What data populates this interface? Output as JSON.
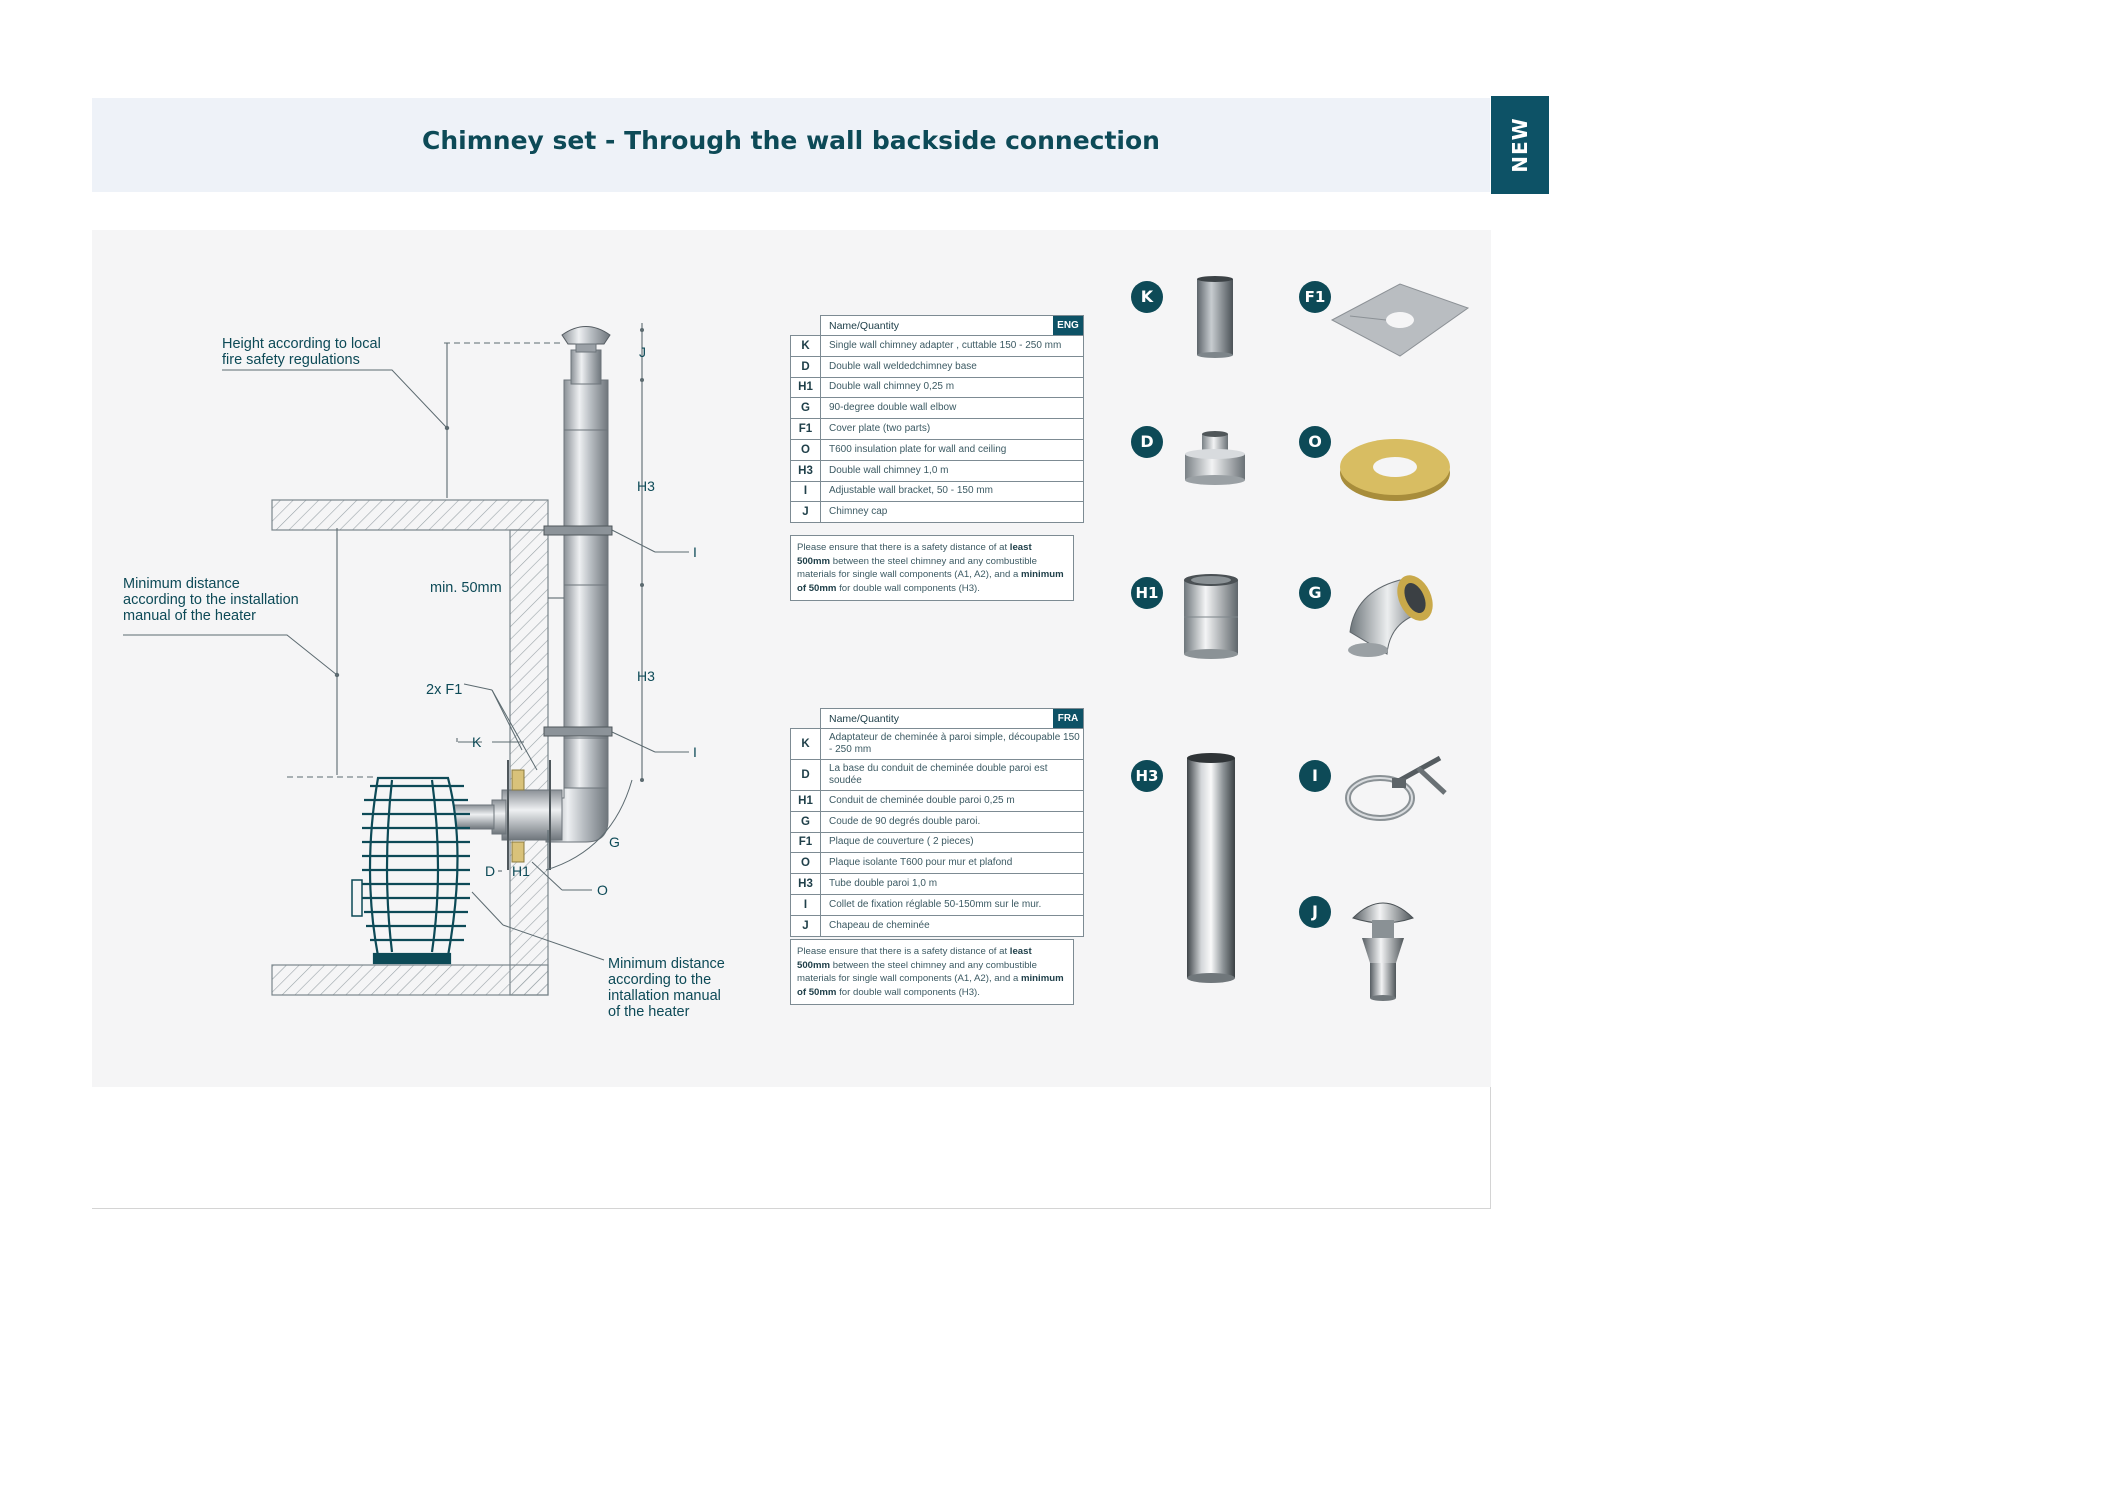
{
  "header": {
    "title": "Chimney set - Through the wall backside connection",
    "tab": "NEW"
  },
  "diagram": {
    "callout_height": [
      "Height according to local",
      "fire safety regulations"
    ],
    "callout_min_distance": [
      "Minimum distance",
      "according to the installation",
      "manual of the heater"
    ],
    "callout_min_distance_bottom": [
      "Minimum distance",
      "according to the",
      "intallation manual",
      "of the heater"
    ],
    "min_50": "min. 50mm",
    "two_f1": "2x F1",
    "marks": {
      "J": "J",
      "H3a": "H3",
      "Ia": "I",
      "H3b": "H3",
      "Ib": "I",
      "K": "K",
      "G": "G",
      "D": "D",
      "H1": "H1",
      "O": "O"
    }
  },
  "table_eng": {
    "header": "Name/Quantity",
    "lang": "ENG",
    "rows": [
      {
        "code": "K",
        "desc": "Single wall chimney adapter , cuttable 150 - 250 mm"
      },
      {
        "code": "D",
        "desc": "Double wall weldedchimney base"
      },
      {
        "code": "H1",
        "desc": "Double wall chimney 0,25 m"
      },
      {
        "code": "G",
        "desc": "90-degree double wall elbow"
      },
      {
        "code": "F1",
        "desc": "Cover plate (two parts)"
      },
      {
        "code": "O",
        "desc": "T600 insulation plate for wall and ceiling"
      },
      {
        "code": "H3",
        "desc": "Double wall chimney 1,0 m"
      },
      {
        "code": "I",
        "desc": "Adjustable wall bracket, 50 - 150 mm"
      },
      {
        "code": "J",
        "desc": "Chimney cap"
      }
    ],
    "note": {
      "p1": "Please ensure that there is a safety distance of at ",
      "b1": "least 500mm",
      "p2": " between the steel chimney and any combustible materials for single wall components (A1, A2), and a ",
      "b2": "minimum of 50mm",
      "p3": " for double wall components (H3)."
    }
  },
  "table_fra": {
    "header": "Name/Quantity",
    "lang": "FRA",
    "rows": [
      {
        "code": "K",
        "desc": "Adaptateur de cheminée à paroi simple, découpable 150 - 250 mm"
      },
      {
        "code": "D",
        "desc": "La base du conduit de cheminée double paroi est soudée"
      },
      {
        "code": "H1",
        "desc": "Conduit de cheminée double paroi 0,25 m"
      },
      {
        "code": "G",
        "desc": "Coude de 90 degrés double paroi."
      },
      {
        "code": "F1",
        "desc": "Plaque de couverture ( 2 pieces)"
      },
      {
        "code": "O",
        "desc": "Plaque isolante T600 pour mur et plafond"
      },
      {
        "code": "H3",
        "desc": "Tube double paroi 1,0 m"
      },
      {
        "code": "I",
        "desc": "Collet de fixation réglable 50-150mm sur le mur."
      },
      {
        "code": "J",
        "desc": "Chapeau de cheminée"
      }
    ],
    "note": {
      "p1": "Please ensure that there is a safety distance of at ",
      "b1": "least 500mm",
      "p2": " between the steel chimney and any combustible materials for single wall components (A1, A2), and a ",
      "b2": "minimum of 50mm",
      "p3": " for double wall components (H3)."
    }
  },
  "products": {
    "K": "K",
    "F1": "F1",
    "D": "D",
    "O": "O",
    "H1": "H1",
    "G": "G",
    "H3": "H3",
    "I": "I",
    "J": "J"
  },
  "colors": {
    "accent": "#0d5266",
    "header_bg": "#eef2f8",
    "panel_bg": "#f5f5f6"
  }
}
